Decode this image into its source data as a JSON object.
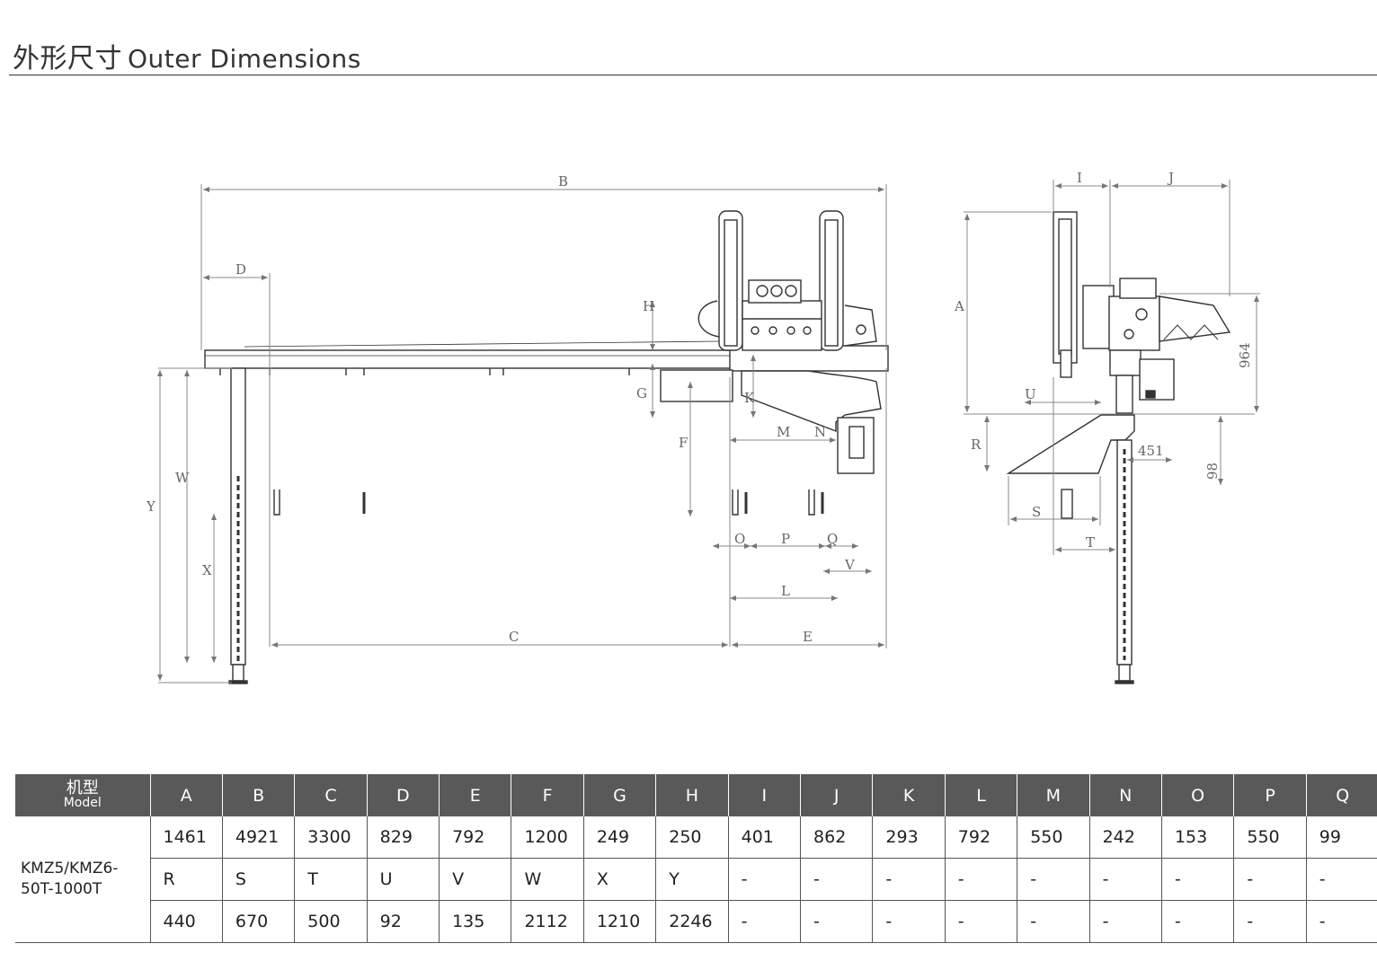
{
  "header": {
    "title_cn": "外形尺寸",
    "title_en": "Outer Dimensions"
  },
  "drawing": {
    "front_labels": {
      "B": "B",
      "D": "D",
      "H": "H",
      "G": "G",
      "K": "K",
      "M": "M",
      "N": "N",
      "F": "F",
      "W": "W",
      "Y": "Y",
      "X": "X",
      "O": "O",
      "P": "P",
      "Q": "Q",
      "V": "V",
      "L": "L",
      "C": "C",
      "E": "E"
    },
    "side_labels": {
      "I": "I",
      "J": "J",
      "A": "A",
      "dim964": "964",
      "U": "U",
      "R": "R",
      "dim451": "451",
      "dim98": "98",
      "S": "S",
      "T": "T"
    }
  },
  "spec_table": {
    "model_header_cn": "机型",
    "model_header_en": "Model",
    "columns": [
      "A",
      "B",
      "C",
      "D",
      "E",
      "F",
      "G",
      "H",
      "I",
      "J",
      "K",
      "L",
      "M",
      "N",
      "O",
      "P",
      "Q"
    ],
    "model_line1": "KMZ5/KMZ6-",
    "model_line2": "50T-1000T",
    "rows": [
      [
        "1461",
        "4921",
        "3300",
        "829",
        "792",
        "1200",
        "249",
        "250",
        "401",
        "862",
        "293",
        "792",
        "550",
        "242",
        "153",
        "550",
        "99"
      ],
      [
        "R",
        "S",
        "T",
        "U",
        "V",
        "W",
        "X",
        "Y",
        "-",
        "-",
        "-",
        "-",
        "-",
        "-",
        "-",
        "-",
        "-"
      ],
      [
        "440",
        "670",
        "500",
        "92",
        "135",
        "2112",
        "1210",
        "2246",
        "-",
        "-",
        "-",
        "-",
        "-",
        "-",
        "-",
        "-",
        "-"
      ]
    ]
  }
}
